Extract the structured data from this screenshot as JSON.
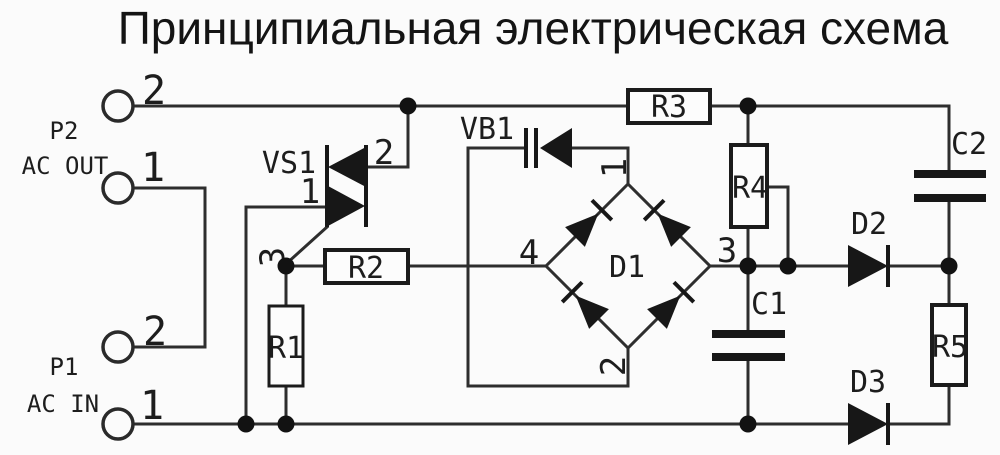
{
  "title": "Принципиальная электрическая схема",
  "colors": {
    "background": "#fbfbfb",
    "ink": "#1d1d1d",
    "wire": "#2e2e2e",
    "fill": "#171717"
  },
  "connectors": {
    "p2": {
      "label": "P2",
      "port": "AC OUT",
      "pin2": "2",
      "pin1": "1"
    },
    "p1": {
      "label": "P1",
      "port": "AC IN",
      "pin2": "2",
      "pin1": "1"
    }
  },
  "components": {
    "vs1": {
      "label": "VS1",
      "pin1": "1",
      "pin2": "2",
      "pin3": "3"
    },
    "vb1": {
      "label": "VB1"
    },
    "d1": {
      "label": "D1",
      "pin1": "1",
      "pin2": "2",
      "pin3": "3",
      "pin4": "4"
    },
    "r1": {
      "label": "R1"
    },
    "r2": {
      "label": "R2"
    },
    "r3": {
      "label": "R3"
    },
    "r4": {
      "label": "R4"
    },
    "r5": {
      "label": "R5"
    },
    "c1": {
      "label": "C1"
    },
    "c2": {
      "label": "C2"
    },
    "d2": {
      "label": "D2"
    },
    "d3": {
      "label": "D3"
    }
  }
}
